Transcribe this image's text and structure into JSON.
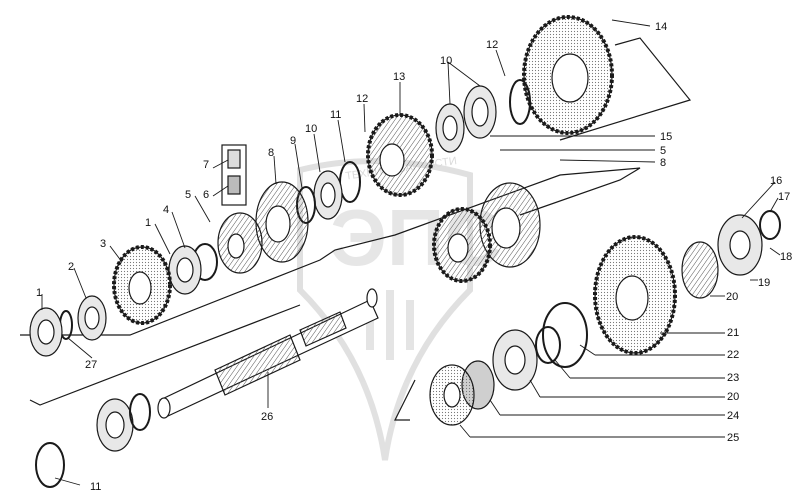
{
  "diagram": {
    "callouts": [
      "1",
      "2",
      "3",
      "4",
      "5",
      "6",
      "7",
      "8",
      "9",
      "10",
      "11",
      "12",
      "13",
      "14",
      "15",
      "16",
      "17",
      "18",
      "19",
      "20",
      "21",
      "22",
      "23",
      "24",
      "25",
      "26",
      "27"
    ],
    "watermark": {
      "text": "ТЕХНИКА ЗАПЧАСТИ",
      "brand": "ЭПС"
    }
  },
  "colors": {
    "line": "#1a1a1a",
    "shade": "#9a9a9a",
    "watermark": "#c8c8c8"
  }
}
